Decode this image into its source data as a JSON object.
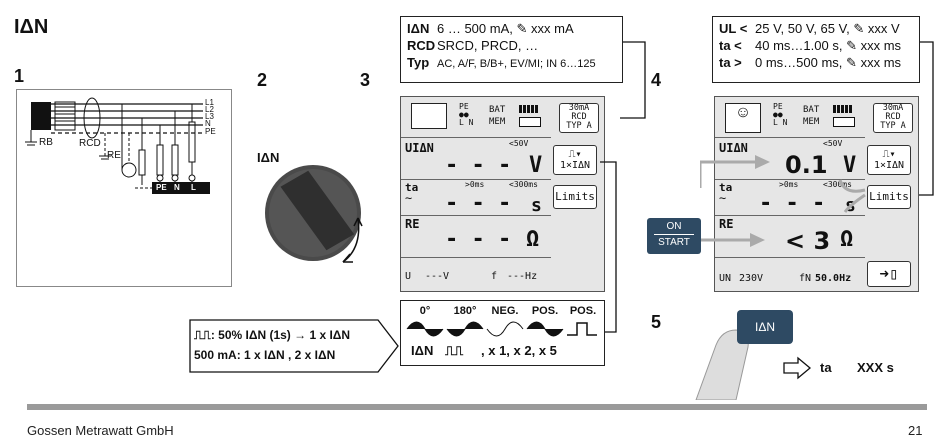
{
  "page_title": "IΔN",
  "steps": {
    "s1": "1",
    "s2": "2",
    "s3": "3",
    "s4": "4",
    "s5": "5"
  },
  "schematic": {
    "rb": "RB",
    "rcd": "RCD",
    "re": "RE",
    "l1": "L1",
    "l2": "L2",
    "l3": "L3",
    "n": "N",
    "pe": "PE",
    "plug_pe": "PE",
    "plug_n": "N",
    "plug_l": "L"
  },
  "knob_label": "IΔN",
  "info_box": {
    "line1_label": "IΔN",
    "line1_value": "6 … 500 mA,",
    "line1_tail": "xxx mA",
    "line2_label": "RCD",
    "line2_value": "SRCD, PRCD, …",
    "line3_label": "Typ",
    "line3_value": "AC, A/F, B/B+, EV/MI; IN 6…125"
  },
  "limits_box": {
    "line1_label": "UL <",
    "line1_value": "25 V, 50 V, 65 V,",
    "line1_tail": "xxx V",
    "line2_label": "ta <",
    "line2_value": "40 ms…1.00 s,",
    "line2_tail": "xxx ms",
    "line3_label": "ta >",
    "line3_value": "0 ms…500 ms,",
    "line3_tail": "xxx ms"
  },
  "lcd_left": {
    "bat": "BAT",
    "mem": "MEM",
    "rcd_badge": "30mA\nRCD\nTYP A",
    "pe": "PE",
    "ln": "L N",
    "ui_label": "UIΔN",
    "ui_limit": "<50V",
    "ui_value": "- - -",
    "ui_unit": "V",
    "ta_label": "ta",
    "ta_min": ">0ms",
    "ta_max": "<300ms",
    "ta_value": "- - -",
    "ta_unit": "s",
    "re_label": "RE",
    "re_value": "- - -",
    "re_unit": "Ω",
    "u_label": "U",
    "u_value": "---V",
    "f_label": "f",
    "f_value": "---Hz",
    "mult_btn": "1×IΔN",
    "limits_btn": "Limits"
  },
  "lcd_right": {
    "bat": "BAT",
    "mem": "MEM",
    "rcd_badge": "30mA\nRCD\nTYP A",
    "pe": "PE",
    "ln": "L N",
    "ui_label": "UIΔN",
    "ui_limit": "<50V",
    "ui_value": "0.1",
    "ui_unit": "V",
    "ta_label": "ta",
    "ta_min": ">0ms",
    "ta_max": "<300ms",
    "ta_value": "- - -",
    "ta_unit": "s",
    "re_label": "RE",
    "re_value": "< 3",
    "re_unit": "Ω",
    "un_label": "UN",
    "un_value": "230V",
    "fn_label": "fN",
    "fn_value": "50.0Hz",
    "mult_btn": "1×IΔN",
    "limits_btn": "Limits"
  },
  "start_button": {
    "on": "ON",
    "start": "START"
  },
  "waves": {
    "w0": "0°",
    "w180": "180°",
    "neg": "NEG.",
    "pos": "POS.",
    "pos2": "POS."
  },
  "multiplier_line": {
    "label": "IΔN",
    "value": ", x 1, x 2, x 5"
  },
  "callout": {
    "line1": ": 50% IΔN (1s) → 1 x IΔN",
    "line2": "500 mA: 1 x IΔN , 2 x IΔN"
  },
  "step5": {
    "button": "IΔN",
    "ta": "ta",
    "value": "XXX s"
  },
  "footer": {
    "company": "Gossen Metrawatt GmbH",
    "page": "21"
  }
}
